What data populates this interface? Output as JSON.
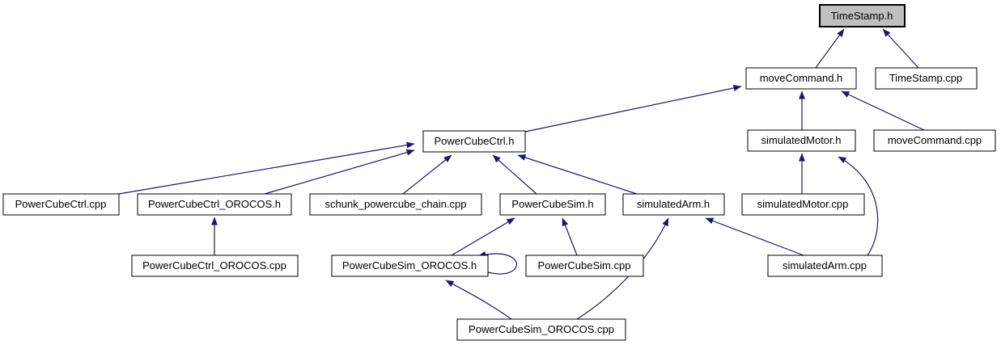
{
  "diagram": {
    "kind": "included-by dependency graph",
    "colors": {
      "background": "#ffffff",
      "edge": "#191970",
      "node_border": "#000000",
      "node_fill": "#ffffff",
      "highlighted_node_fill": "#bfbfbf"
    },
    "nodes": [
      {
        "label": "TimeStamp.h",
        "highlighted": true
      },
      {
        "label": "moveCommand.h"
      },
      {
        "label": "TimeStamp.cpp"
      },
      {
        "label": "simulatedMotor.h"
      },
      {
        "label": "moveCommand.cpp"
      },
      {
        "label": "PowerCubeCtrl.h"
      },
      {
        "label": "PowerCubeCtrl.cpp"
      },
      {
        "label": "PowerCubeCtrl_OROCOS.h"
      },
      {
        "label": "schunk_powercube_chain.cpp"
      },
      {
        "label": "PowerCubeSim.h"
      },
      {
        "label": "simulatedArm.h"
      },
      {
        "label": "simulatedMotor.cpp"
      },
      {
        "label": "PowerCubeCtrl_OROCOS.cpp"
      },
      {
        "label": "PowerCubeSim_OROCOS.h"
      },
      {
        "label": "PowerCubeSim.cpp"
      },
      {
        "label": "simulatedArm.cpp"
      },
      {
        "label": "PowerCubeSim_OROCOS.cpp"
      }
    ],
    "edges": [
      {
        "from": "moveCommand.h",
        "to": "TimeStamp.h"
      },
      {
        "from": "TimeStamp.cpp",
        "to": "TimeStamp.h"
      },
      {
        "from": "PowerCubeCtrl.h",
        "to": "moveCommand.h"
      },
      {
        "from": "simulatedMotor.h",
        "to": "moveCommand.h"
      },
      {
        "from": "moveCommand.cpp",
        "to": "moveCommand.h"
      },
      {
        "from": "simulatedMotor.cpp",
        "to": "simulatedMotor.h"
      },
      {
        "from": "simulatedArm.cpp",
        "to": "simulatedMotor.h"
      },
      {
        "from": "PowerCubeCtrl.cpp",
        "to": "PowerCubeCtrl.h"
      },
      {
        "from": "PowerCubeCtrl_OROCOS.h",
        "to": "PowerCubeCtrl.h"
      },
      {
        "from": "schunk_powercube_chain.cpp",
        "to": "PowerCubeCtrl.h"
      },
      {
        "from": "PowerCubeSim.h",
        "to": "PowerCubeCtrl.h"
      },
      {
        "from": "simulatedArm.h",
        "to": "PowerCubeCtrl.h"
      },
      {
        "from": "PowerCubeCtrl_OROCOS.cpp",
        "to": "PowerCubeCtrl_OROCOS.h"
      },
      {
        "from": "PowerCubeSim_OROCOS.h",
        "to": "PowerCubeSim.h"
      },
      {
        "from": "PowerCubeSim.cpp",
        "to": "PowerCubeSim.h"
      },
      {
        "from": "PowerCubeSim_OROCOS.h",
        "to": "PowerCubeSim_OROCOS.h"
      },
      {
        "from": "PowerCubeSim_OROCOS.cpp",
        "to": "PowerCubeSim_OROCOS.h"
      },
      {
        "from": "PowerCubeSim_OROCOS.cpp",
        "to": "simulatedArm.h"
      },
      {
        "from": "simulatedArm.cpp",
        "to": "simulatedArm.h"
      }
    ]
  }
}
